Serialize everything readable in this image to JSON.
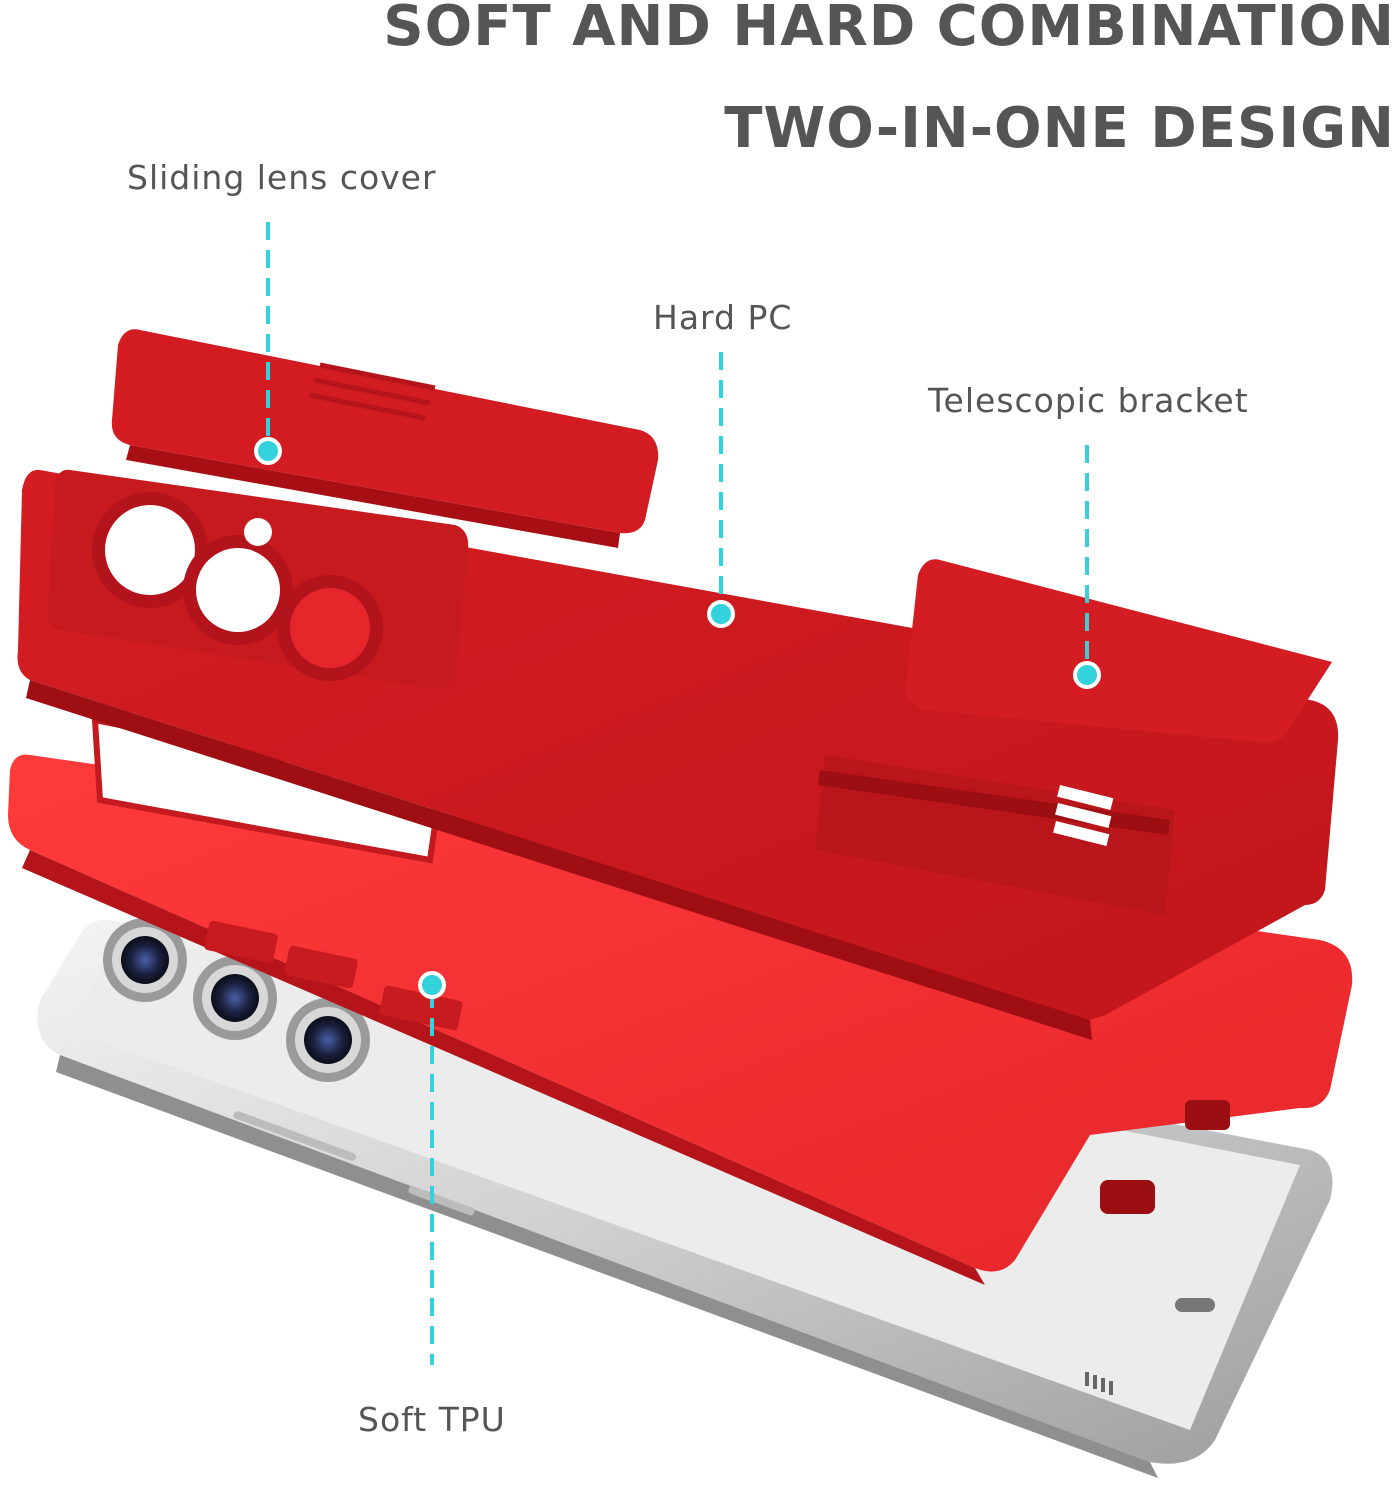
{
  "headline": {
    "line1": "SOFT AND HARD COMBINATION",
    "line2": "TWO-IN-ONE DESIGN"
  },
  "callouts": {
    "sliding_lens_cover": "Sliding lens cover",
    "hard_pc": "Hard PC",
    "telescopic_bracket": "Telescopic bracket",
    "soft_tpu": "Soft TPU"
  },
  "colors": {
    "case_red": "#d81e22",
    "case_red_light": "#ef2b2d",
    "case_red_dark": "#a70f14",
    "leader_cyan": "#33d2dc",
    "text_gray": "#555555",
    "phone_silver": "#d6d6d6"
  }
}
